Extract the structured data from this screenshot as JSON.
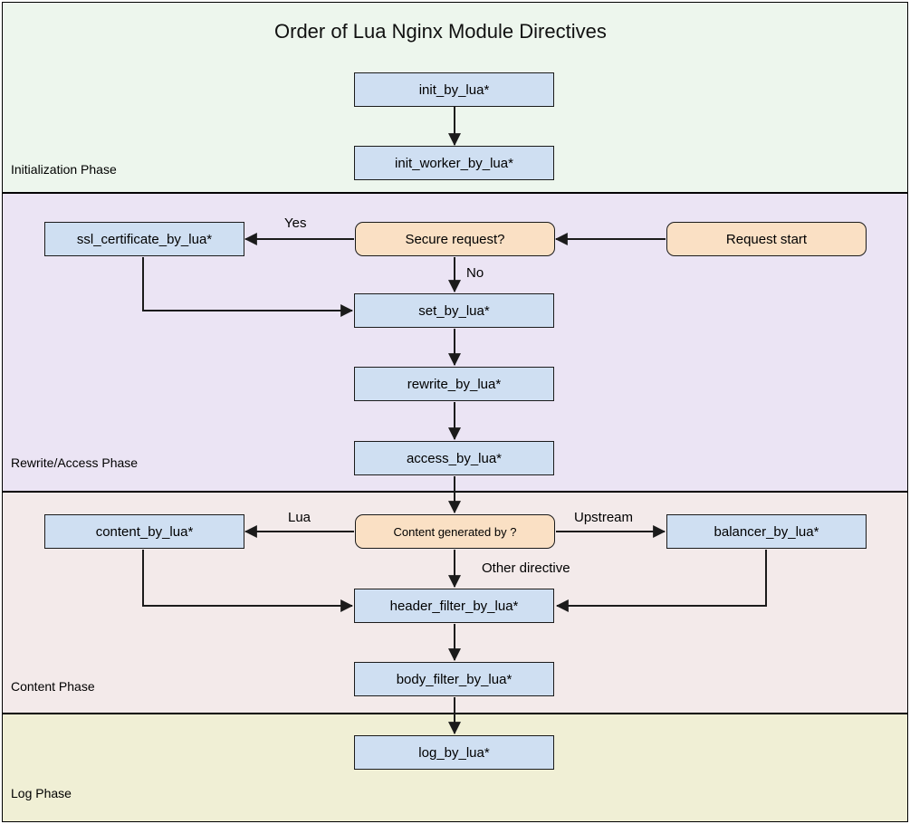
{
  "diagram": {
    "title": "Order of Lua Nginx Module Directives",
    "colors": {
      "process_fill": "#cfdff2",
      "decision_fill": "#fae0c4",
      "stroke": "#1b1b1b",
      "band_initialization": "#edf6ed",
      "band_rewrite_access": "#ebe4f4",
      "band_content": "#f3eaea",
      "band_log": "#f0efd5"
    },
    "phases": [
      {
        "id": "initialization",
        "label": "Initialization Phase"
      },
      {
        "id": "rewrite_access",
        "label": "Rewrite/Access Phase"
      },
      {
        "id": "content",
        "label": "Content Phase"
      },
      {
        "id": "log",
        "label": "Log Phase"
      }
    ],
    "nodes": [
      {
        "id": "init_by_lua",
        "label": "init_by_lua*",
        "type": "process",
        "phase": "initialization"
      },
      {
        "id": "init_worker_by_lua",
        "label": "init_worker_by_lua*",
        "type": "process",
        "phase": "initialization"
      },
      {
        "id": "request_start",
        "label": "Request start",
        "type": "decision",
        "phase": "rewrite_access"
      },
      {
        "id": "secure_request",
        "label": "Secure request?",
        "type": "decision",
        "phase": "rewrite_access"
      },
      {
        "id": "ssl_certificate_by_lua",
        "label": "ssl_certificate_by_lua*",
        "type": "process",
        "phase": "rewrite_access"
      },
      {
        "id": "set_by_lua",
        "label": "set_by_lua*",
        "type": "process",
        "phase": "rewrite_access"
      },
      {
        "id": "rewrite_by_lua",
        "label": "rewrite_by_lua*",
        "type": "process",
        "phase": "rewrite_access"
      },
      {
        "id": "access_by_lua",
        "label": "access_by_lua*",
        "type": "process",
        "phase": "rewrite_access"
      },
      {
        "id": "content_generated_by",
        "label": "Content generated by ?",
        "type": "decision",
        "phase": "content"
      },
      {
        "id": "content_by_lua",
        "label": "content_by_lua*",
        "type": "process",
        "phase": "content"
      },
      {
        "id": "balancer_by_lua",
        "label": "balancer_by_lua*",
        "type": "process",
        "phase": "content"
      },
      {
        "id": "header_filter_by_lua",
        "label": "header_filter_by_lua*",
        "type": "process",
        "phase": "content"
      },
      {
        "id": "body_filter_by_lua",
        "label": "body_filter_by_lua*",
        "type": "process",
        "phase": "content"
      },
      {
        "id": "log_by_lua",
        "label": "log_by_lua*",
        "type": "process",
        "phase": "log"
      }
    ],
    "edges": [
      {
        "from": "init_by_lua",
        "to": "init_worker_by_lua",
        "label": ""
      },
      {
        "from": "request_start",
        "to": "secure_request",
        "label": ""
      },
      {
        "from": "secure_request",
        "to": "ssl_certificate_by_lua",
        "label": "Yes"
      },
      {
        "from": "secure_request",
        "to": "set_by_lua",
        "label": "No"
      },
      {
        "from": "ssl_certificate_by_lua",
        "to": "set_by_lua",
        "label": ""
      },
      {
        "from": "set_by_lua",
        "to": "rewrite_by_lua",
        "label": ""
      },
      {
        "from": "rewrite_by_lua",
        "to": "access_by_lua",
        "label": ""
      },
      {
        "from": "access_by_lua",
        "to": "content_generated_by",
        "label": ""
      },
      {
        "from": "content_generated_by",
        "to": "content_by_lua",
        "label": "Lua"
      },
      {
        "from": "content_generated_by",
        "to": "balancer_by_lua",
        "label": "Upstream"
      },
      {
        "from": "content_generated_by",
        "to": "header_filter_by_lua",
        "label": "Other directive"
      },
      {
        "from": "content_by_lua",
        "to": "header_filter_by_lua",
        "label": ""
      },
      {
        "from": "balancer_by_lua",
        "to": "header_filter_by_lua",
        "label": ""
      },
      {
        "from": "header_filter_by_lua",
        "to": "body_filter_by_lua",
        "label": ""
      },
      {
        "from": "body_filter_by_lua",
        "to": "log_by_lua",
        "label": ""
      }
    ],
    "edge_labels": {
      "yes": "Yes",
      "no": "No",
      "lua": "Lua",
      "upstream": "Upstream",
      "other_directive": "Other directive"
    }
  }
}
